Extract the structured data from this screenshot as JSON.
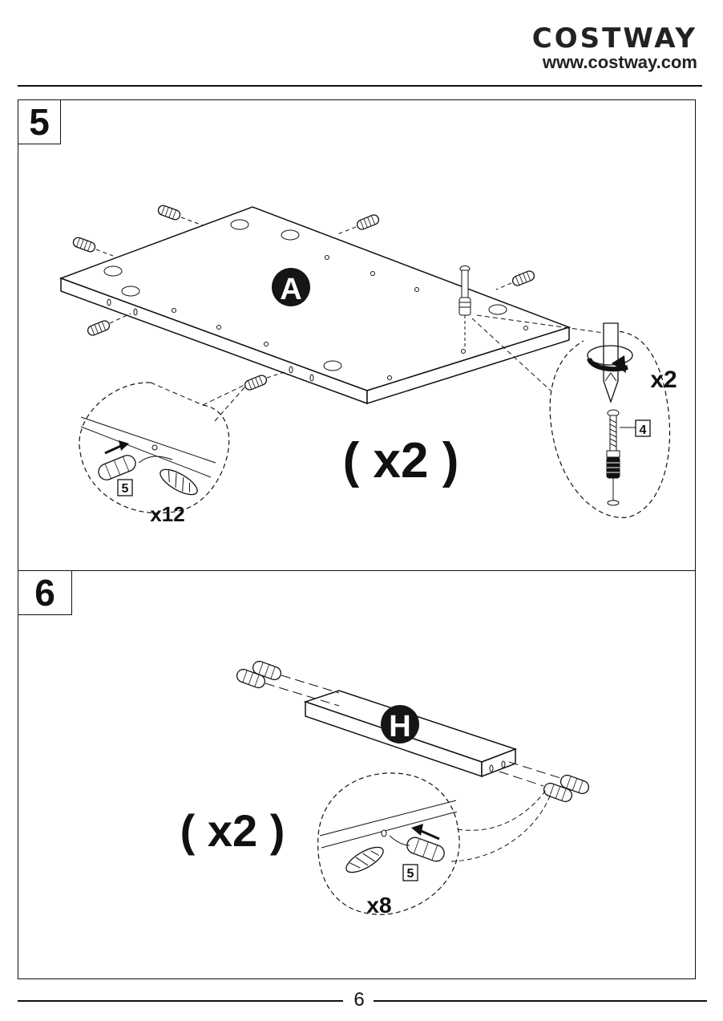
{
  "header": {
    "brand": "COSTWAY",
    "url": "www.costway.com"
  },
  "step5": {
    "number": "5",
    "panel_label": "A",
    "quantity": "( x2 )",
    "screw_turns": "x2",
    "screw_part": "4",
    "dowel_part": "5",
    "dowel_count": "x12"
  },
  "step6": {
    "number": "6",
    "panel_label": "H",
    "quantity": "( x2 )",
    "dowel_part": "5",
    "dowel_count": "x8"
  },
  "footer": {
    "page_number": "6"
  }
}
